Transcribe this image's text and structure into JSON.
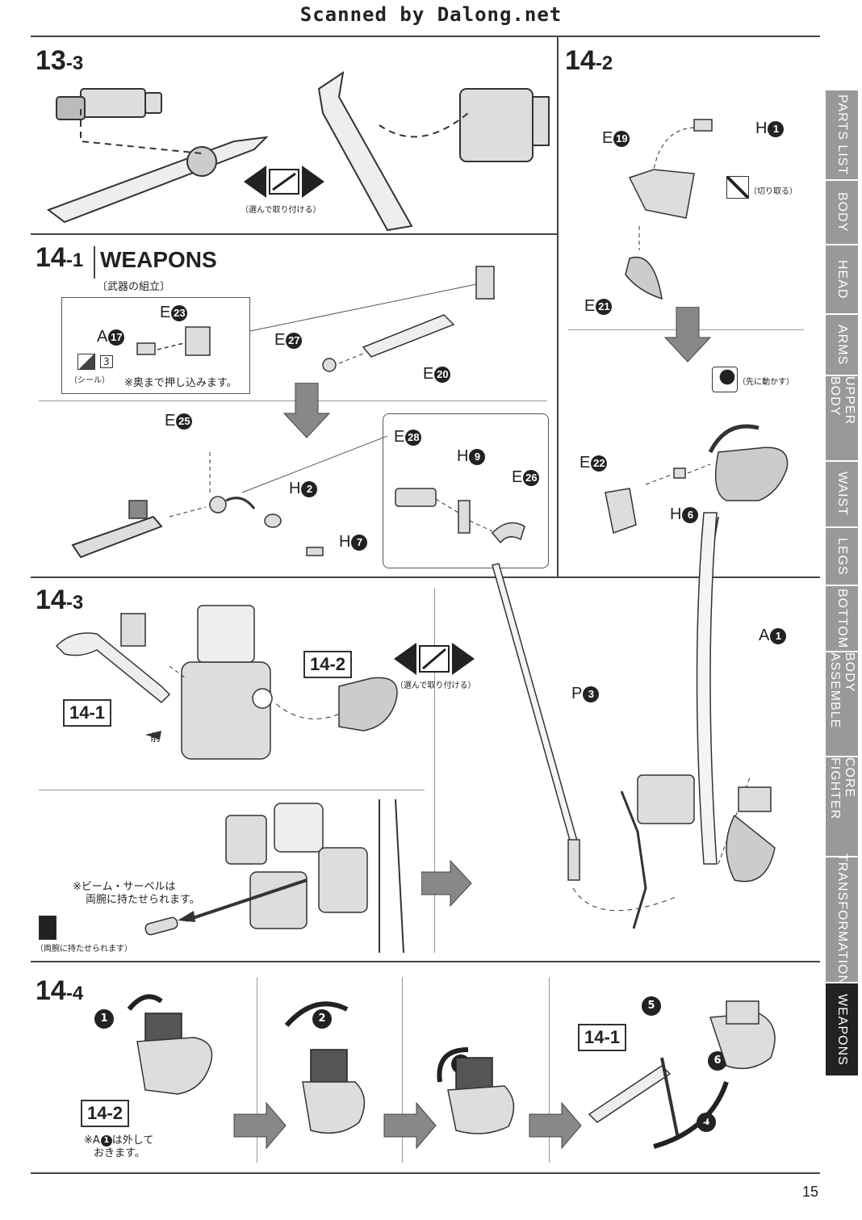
{
  "header": {
    "scanner_text": "Scanned by Dalong.net"
  },
  "steps": {
    "s13_3": {
      "label": "13",
      "sub": "-3",
      "choice_note": "（選んで取り付ける）"
    },
    "s14_1": {
      "label": "14",
      "sub": "-1",
      "title": "WEAPONS",
      "subtitle": "〔武器の組立〕",
      "parts": {
        "e23": "E",
        "a17": "A",
        "e27": "E",
        "e20": "E",
        "e25": "E",
        "h2": "H",
        "h7": "H",
        "e28": "E",
        "h9": "H",
        "e26": "E"
      },
      "nums": {
        "e23": "23",
        "a17": "17",
        "e27": "27",
        "e20": "20",
        "e25": "25",
        "h2": "2",
        "h7": "7",
        "e28": "28",
        "h9": "9",
        "e26": "26"
      },
      "seal_count": "3",
      "seal_note": "（シール）",
      "push_note": "※奥まで押し込みます。"
    },
    "s14_2": {
      "label": "14",
      "sub": "-2",
      "parts": {
        "h1": "H",
        "e19": "E",
        "e21": "E",
        "e22": "E",
        "h6": "H",
        "a1": "A",
        "p3": "P"
      },
      "nums": {
        "h1": "1",
        "e19": "19",
        "e21": "21",
        "e22": "22",
        "h6": "6",
        "a1": "1",
        "p3": "3"
      },
      "cut_note": "（切り取る）",
      "first_note": "（先に動かす）"
    },
    "s14_3": {
      "label": "14",
      "sub": "-3",
      "ref_142": "14-2",
      "ref_141": "14-1",
      "front": "前",
      "choice_note": "（選んで取り付ける）",
      "saber_note_1": "※ビーム・サーベルは",
      "saber_note_2": "両腕に持たせられます。",
      "hold_note": "（両腕に持たせられます）"
    },
    "s14_4": {
      "label": "14",
      "sub": "-4",
      "ref_142": "14-2",
      "ref_141": "14-1",
      "remove_note_1": "※A",
      "remove_num": "1",
      "remove_note_2": "は外して",
      "remove_note_3": "おきます。",
      "order": [
        "1",
        "2",
        "3",
        "4",
        "5",
        "6"
      ]
    }
  },
  "sidebar": {
    "tabs": [
      "PARTS LIST",
      "BODY",
      "HEAD",
      "ARMS",
      "UPPER BODY",
      "WAIST",
      "LEGS",
      "BOTTOM",
      "BODY ASSEMBLE",
      "CORE FIGHTER",
      "TRANSFORMATION",
      "WEAPONS"
    ],
    "active": "WEAPONS"
  },
  "page_number": "15"
}
